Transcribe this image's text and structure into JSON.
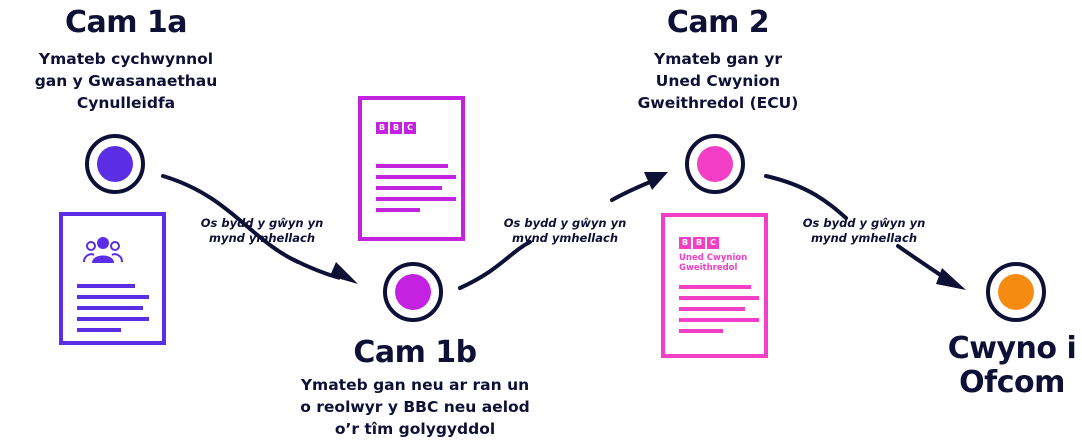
{
  "steps": {
    "step1a": {
      "title": "Cam 1a",
      "lines": [
        "Ymateb cychwynnol",
        "gan y Gwasanaethau",
        "Cynulleidfa"
      ]
    },
    "step1b": {
      "title": "Cam 1b",
      "lines": [
        "Ymateb gan neu ar ran un",
        "o reolwyr y BBC neu aelod",
        "o’r tîm golygyddol"
      ]
    },
    "step2": {
      "title": "Cam 2",
      "lines": [
        "Ymateb gan yr",
        "Uned Cwynion",
        "Gweithredol (ECU)"
      ]
    },
    "step3": {
      "title_lines": [
        "Cwyno i",
        "Ofcom"
      ]
    }
  },
  "connector": {
    "line1": "Os bydd y gŵyn yn",
    "line2": "mynd ymhellach"
  },
  "logo": {
    "b1": "B",
    "b2": "B",
    "b3": "C"
  },
  "ecu_doc": {
    "line1": "Uned Cwynion",
    "line2": "Gweithredol"
  },
  "icons": [
    "people-icon",
    "bbc-logo-icon"
  ],
  "colors": {
    "navy": "#0f1036",
    "step1a": "#5b2ee6",
    "step1b": "#c322e0",
    "step2": "#f23fc6",
    "ofcom": "#f58b10"
  }
}
